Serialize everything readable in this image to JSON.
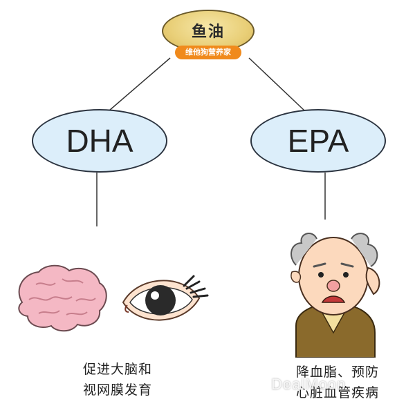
{
  "capsule": {
    "title": "鱼油",
    "brand": "维他狗营养家"
  },
  "nodes": {
    "dha": {
      "label": "DHA"
    },
    "epa": {
      "label": "EPA"
    }
  },
  "captions": {
    "dha": {
      "line1": "促进大脑和",
      "line2": "视网膜发育"
    },
    "epa": {
      "line1": "降血脂、预防",
      "line2": "心脏血管疾病"
    }
  },
  "watermark": {
    "text": "DealMoon"
  },
  "colors": {
    "capsule_fill": "#e9cf78",
    "badge": "#f08a1c",
    "node_fill": "#dceefa",
    "brain": "#f4b8c4",
    "sweater": "#8a6a2c"
  },
  "icons": [
    "brain-illustration",
    "eye-illustration",
    "old-man-illustration"
  ]
}
